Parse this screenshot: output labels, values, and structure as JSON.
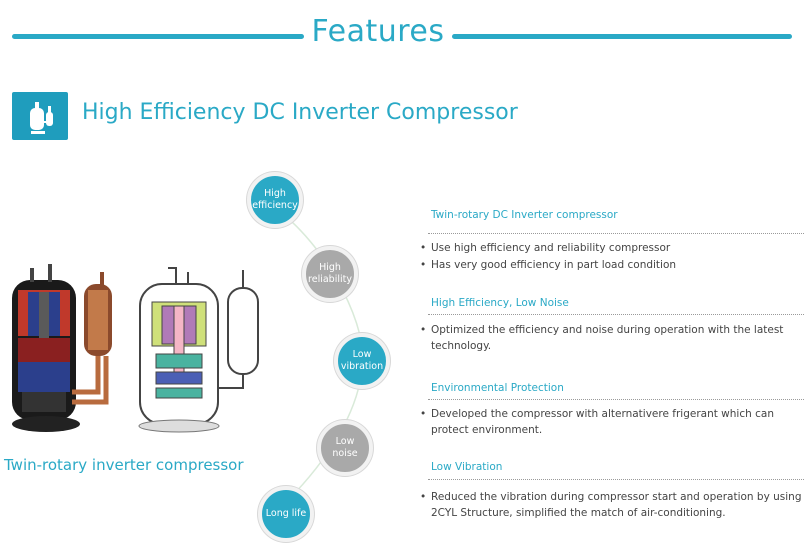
{
  "header": {
    "title": "Features"
  },
  "section": {
    "title": "High Efficiency DC Inverter Compressor",
    "icon": "compressor-icon"
  },
  "image": {
    "caption": "Twin-rotary inverter compressor"
  },
  "bubbles": [
    {
      "label": "High efficiency",
      "style": "blue"
    },
    {
      "label": "High reliability",
      "style": "gray"
    },
    {
      "label": "Low vibration",
      "style": "blue"
    },
    {
      "label": "Low noise",
      "style": "gray"
    },
    {
      "label": "Long life",
      "style": "blue"
    }
  ],
  "features": [
    {
      "title": "Twin-rotary DC Inverter compressor",
      "items": [
        "Use high efficiency and reliability compressor",
        "Has very good efficiency in part load condition"
      ]
    },
    {
      "title": "High Efficiency, Low Noise",
      "items": [
        "Optimized the efficiency and noise during operation with the latest technology."
      ]
    },
    {
      "title": "Environmental Protection",
      "items": [
        "Developed the compressor with alternativere frigerant which can protect environment."
      ]
    },
    {
      "title": "Low Vibration",
      "items": [
        "Reduced the vibration during compressor start and operation by using 2CYL Structure, simplified the match of air-conditioning."
      ]
    }
  ],
  "colors": {
    "accent": "#2aa9c6",
    "gray_bubble": "#a9a9a9"
  }
}
